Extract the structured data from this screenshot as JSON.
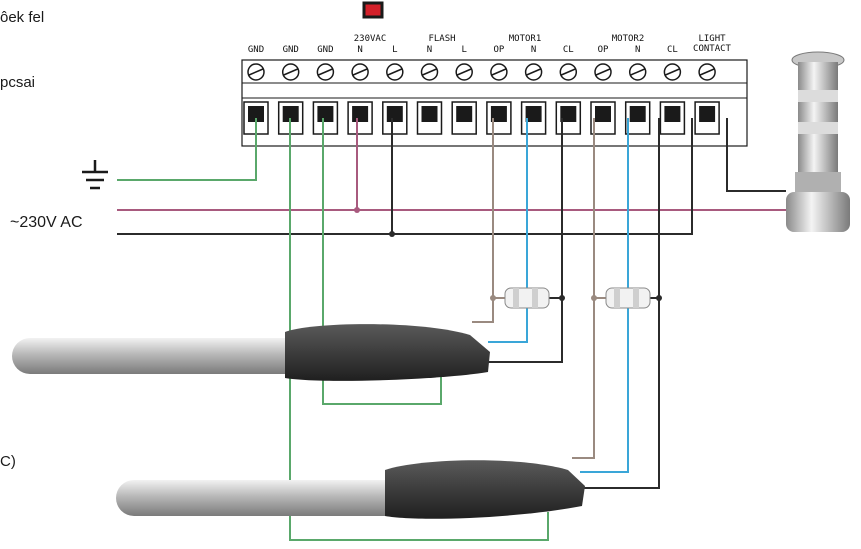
{
  "left_text": {
    "line1": "ôek fel",
    "line2": "pcsai",
    "line3": "C)"
  },
  "supply_label": "~230V AC",
  "terminal_block": {
    "group_labels": [
      "230VAC",
      "FLASH",
      "MOTOR1",
      "MOTOR2",
      "LIGHT",
      "CONTACT"
    ],
    "terminal_labels": [
      "GND",
      "GND",
      "GND",
      "N",
      "L",
      "N",
      "L",
      "OP",
      "N",
      "CL",
      "OP",
      "N",
      "CL"
    ]
  },
  "colors": {
    "earth_wire": "#5aa86b",
    "live_wire": "#a85a7e",
    "neutral_wire": "#2b2b2b",
    "motor_n_wire": "#3aa6d8",
    "motor_op_wire": "#9a8a80",
    "indicator": "#d4202a"
  },
  "icons": {
    "ground": "earth-ground-icon",
    "indicator": "red-led-icon",
    "lamp": "flashing-lamp-icon",
    "actuator": "gate-motor-actuator",
    "capacitor": "capacitor-icon"
  }
}
